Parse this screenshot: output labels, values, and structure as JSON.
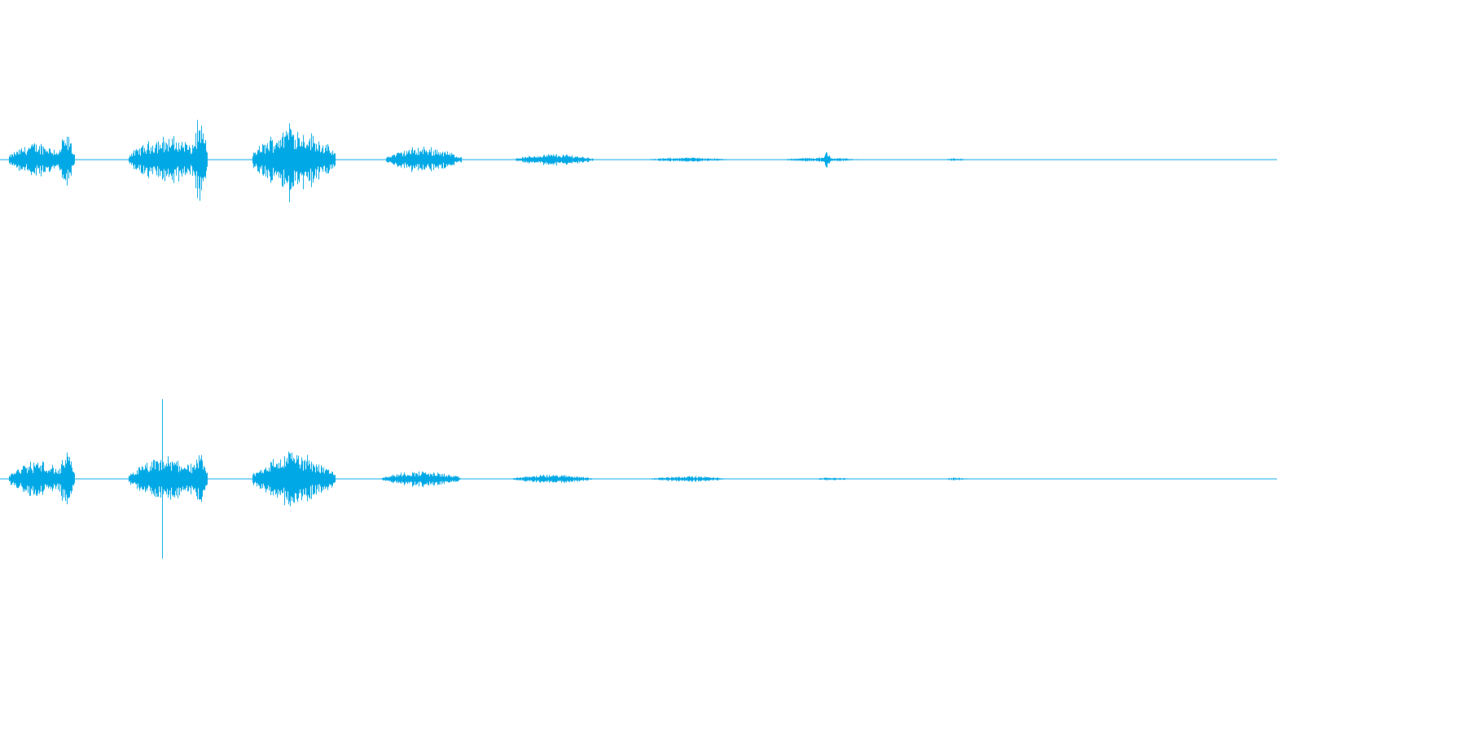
{
  "waveform": {
    "color": "#00a8e5",
    "channels": [
      {
        "name": "",
        "clips": [
          {
            "start": 0.007,
            "end": 0.051,
            "amp": 0.24
          },
          {
            "start": 0.045,
            "end": 0.058,
            "amp": 0.35
          },
          {
            "start": 0.101,
            "end": 0.162,
            "amp": 0.32
          },
          {
            "start": 0.15,
            "end": 0.162,
            "amp": 0.55
          },
          {
            "start": 0.198,
            "end": 0.262,
            "amp": 0.44
          },
          {
            "start": 0.222,
            "end": 0.232,
            "amp": 0.62
          },
          {
            "start": 0.302,
            "end": 0.361,
            "amp": 0.18
          },
          {
            "start": 0.404,
            "end": 0.464,
            "amp": 0.08
          },
          {
            "start": 0.508,
            "end": 0.568,
            "amp": 0.03
          },
          {
            "start": 0.615,
            "end": 0.67,
            "amp": 0.03
          },
          {
            "start": 0.645,
            "end": 0.65,
            "amp": 0.13
          },
          {
            "start": 0.74,
            "end": 0.755,
            "amp": 0.02
          }
        ]
      },
      {
        "name": "",
        "clips": [
          {
            "start": 0.007,
            "end": 0.051,
            "amp": 0.26
          },
          {
            "start": 0.045,
            "end": 0.058,
            "amp": 0.36
          },
          {
            "start": 0.101,
            "end": 0.162,
            "amp": 0.3
          },
          {
            "start": 0.127,
            "end": 0.128,
            "amp": 1.0
          },
          {
            "start": 0.15,
            "end": 0.162,
            "amp": 0.38
          },
          {
            "start": 0.198,
            "end": 0.262,
            "amp": 0.36
          },
          {
            "start": 0.222,
            "end": 0.232,
            "amp": 0.49
          },
          {
            "start": 0.299,
            "end": 0.36,
            "amp": 0.11
          },
          {
            "start": 0.402,
            "end": 0.463,
            "amp": 0.06
          },
          {
            "start": 0.51,
            "end": 0.567,
            "amp": 0.04
          },
          {
            "start": 0.638,
            "end": 0.665,
            "amp": 0.02
          },
          {
            "start": 0.74,
            "end": 0.757,
            "amp": 0.02
          }
        ]
      }
    ]
  }
}
